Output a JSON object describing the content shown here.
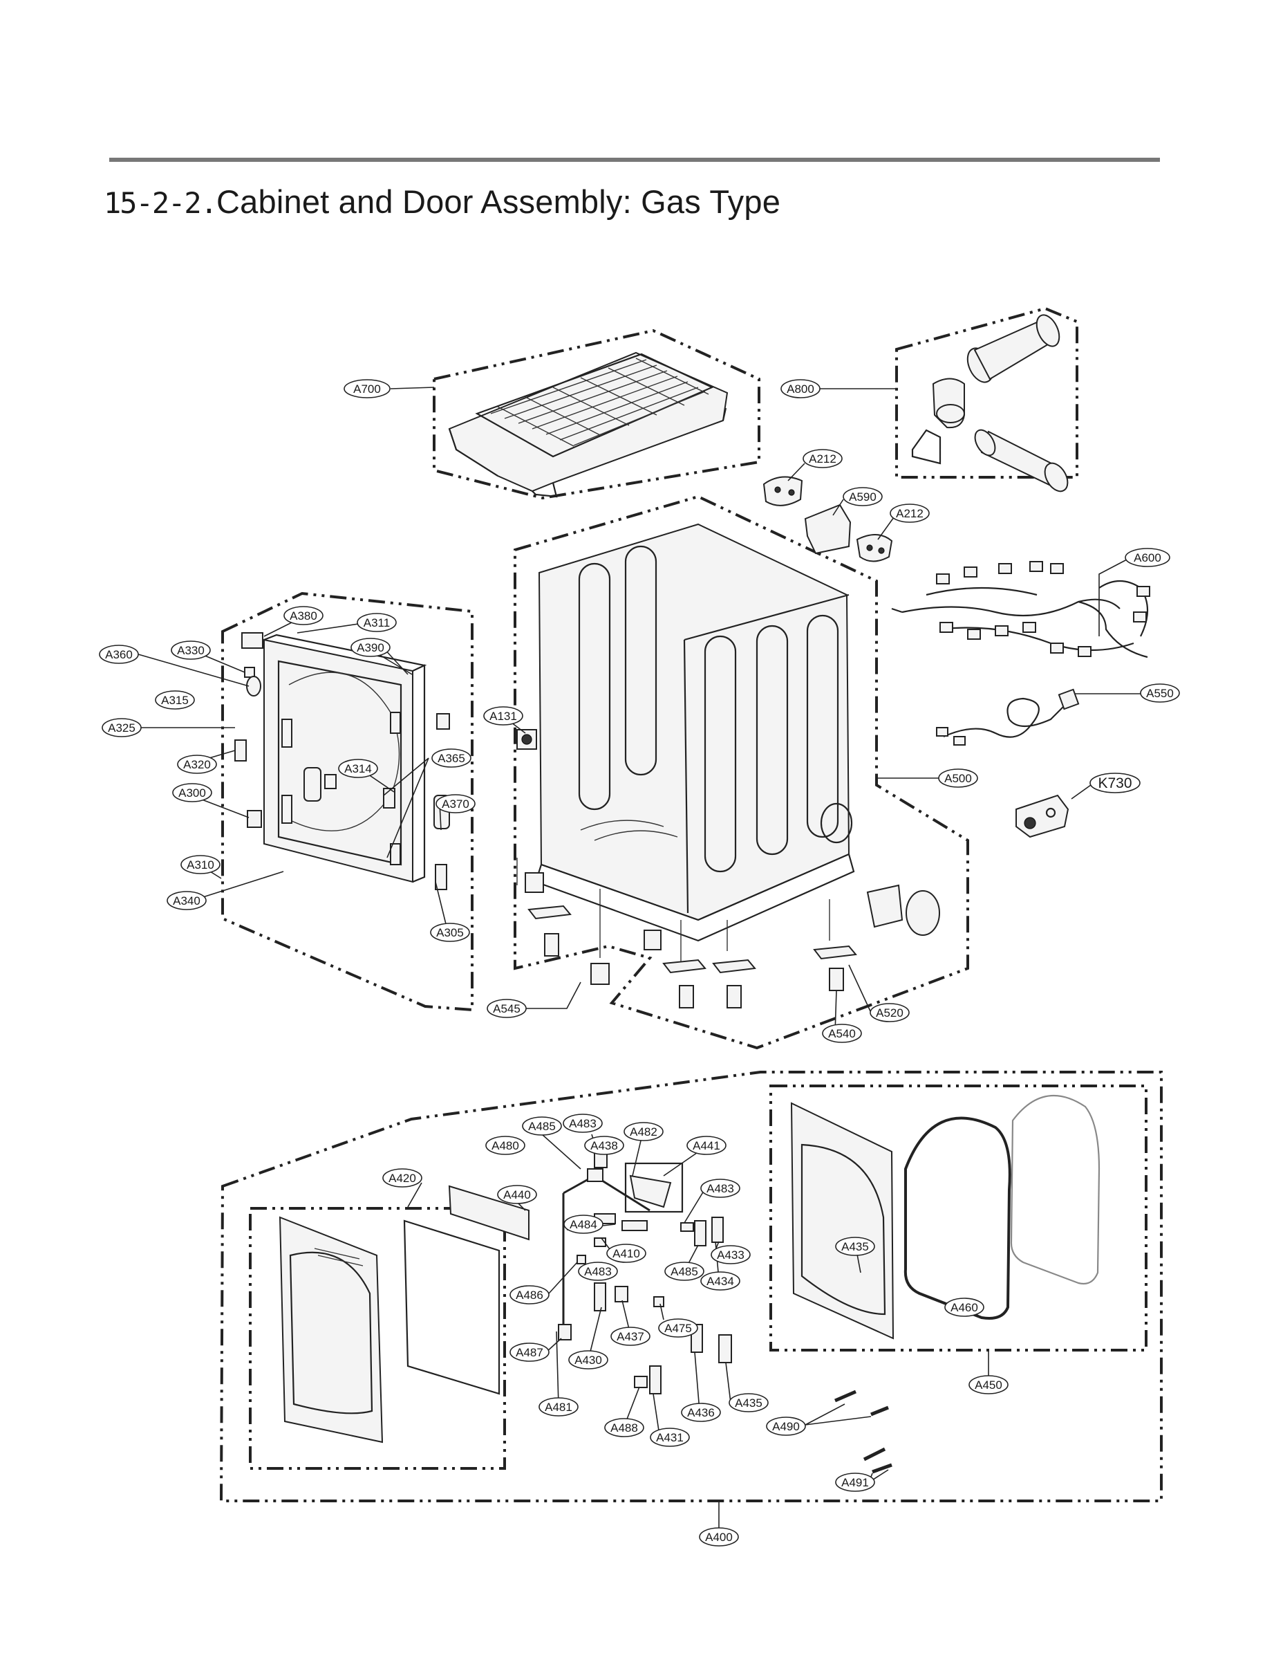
{
  "header": {
    "section_number": "15-2-2.",
    "title": "Cabinet and Door Assembly",
    "separator": ":",
    "subtitle": "Gas Type"
  },
  "labels": [
    {
      "id": "A700"
    },
    {
      "id": "A800"
    },
    {
      "id": "A212"
    },
    {
      "id": "A590"
    },
    {
      "id": "A212"
    },
    {
      "id": "A600"
    },
    {
      "id": "A550"
    },
    {
      "id": "A500"
    },
    {
      "id": "K730"
    },
    {
      "id": "A380"
    },
    {
      "id": "A311"
    },
    {
      "id": "A390"
    },
    {
      "id": "A330"
    },
    {
      "id": "A360"
    },
    {
      "id": "A315"
    },
    {
      "id": "A325"
    },
    {
      "id": "A131"
    },
    {
      "id": "A320"
    },
    {
      "id": "A314"
    },
    {
      "id": "A365"
    },
    {
      "id": "A300"
    },
    {
      "id": "A370"
    },
    {
      "id": "A310"
    },
    {
      "id": "A340"
    },
    {
      "id": "A305"
    },
    {
      "id": "A545"
    },
    {
      "id": "A520"
    },
    {
      "id": "A540"
    },
    {
      "id": "A485"
    },
    {
      "id": "A483"
    },
    {
      "id": "A482"
    },
    {
      "id": "A480"
    },
    {
      "id": "A438"
    },
    {
      "id": "A441"
    },
    {
      "id": "A420"
    },
    {
      "id": "A440"
    },
    {
      "id": "A483"
    },
    {
      "id": "A484"
    },
    {
      "id": "A410"
    },
    {
      "id": "A433"
    },
    {
      "id": "A483"
    },
    {
      "id": "A485"
    },
    {
      "id": "A434"
    },
    {
      "id": "A486"
    },
    {
      "id": "A437"
    },
    {
      "id": "A475"
    },
    {
      "id": "A487"
    },
    {
      "id": "A430"
    },
    {
      "id": "A481"
    },
    {
      "id": "A488"
    },
    {
      "id": "A436"
    },
    {
      "id": "A435"
    },
    {
      "id": "A431"
    },
    {
      "id": "A435"
    },
    {
      "id": "A460"
    },
    {
      "id": "A450"
    },
    {
      "id": "A490"
    },
    {
      "id": "A491"
    },
    {
      "id": "A400"
    }
  ]
}
